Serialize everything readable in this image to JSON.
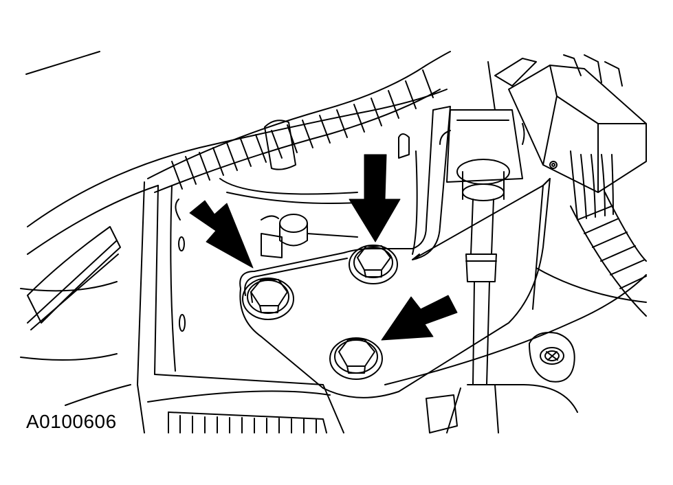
{
  "figure": {
    "id_label": "A0100606"
  },
  "colors": {
    "ink": "#000000",
    "paper": "#ffffff"
  },
  "callouts": [
    {
      "target": "bolt-upper-left",
      "icon": "arrow-icon"
    },
    {
      "target": "bolt-upper-right",
      "icon": "arrow-icon"
    },
    {
      "target": "bolt-lower",
      "icon": "arrow-icon"
    }
  ]
}
